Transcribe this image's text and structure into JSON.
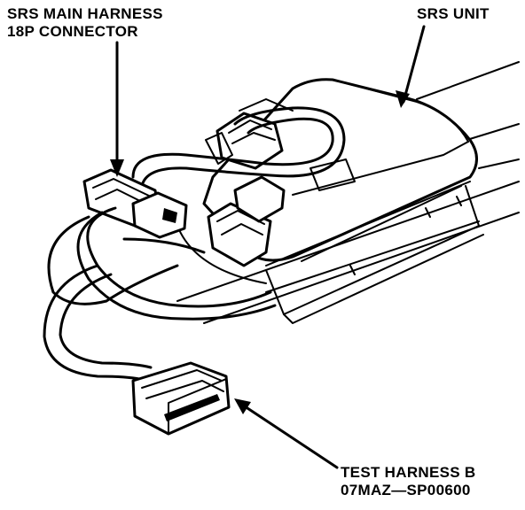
{
  "labels": {
    "harness_connector_line1": "SRS MAIN HARNESS",
    "harness_connector_line2": "18P CONNECTOR",
    "srs_unit": "SRS UNIT",
    "test_harness_line1": "TEST HARNESS B",
    "test_harness_line2": "07MAZ—SP00600"
  },
  "colors": {
    "ink": "#000000",
    "paper": "#ffffff"
  }
}
